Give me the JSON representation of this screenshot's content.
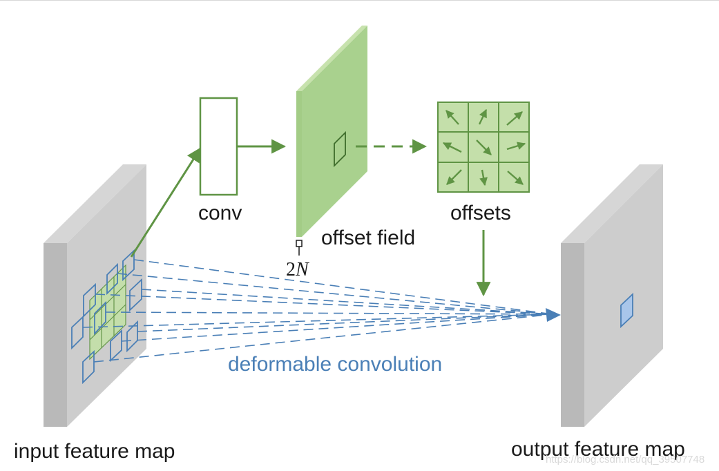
{
  "diagram": {
    "labels": {
      "conv": "conv",
      "offset_field": "offset field",
      "two_n_num": "2",
      "two_n_var": "N",
      "offsets": "offsets",
      "deformable_convolution": "deformable convolution",
      "input_feature_map": "input feature map",
      "output_feature_map": "output feature map",
      "watermark": "https://blog.csdn.net/qq_39507748"
    },
    "offset_grid_arrows": [
      "arrow-up-left",
      "arrow-up-right",
      "arrow-up-right",
      "arrow-left",
      "arrow-down-right",
      "arrow-right",
      "arrow-down-left",
      "arrow-down",
      "arrow-down-right"
    ],
    "colors": {
      "green_stroke": "#5f9444",
      "green_fill": "#c4dfaa",
      "green_plate": "#a9d18e",
      "gray_plate": "#cfcfcf",
      "gray_plate_dark": "#b3b3b3",
      "blue": "#4a7fb6",
      "blue_fill": "#a9c6ea"
    }
  }
}
